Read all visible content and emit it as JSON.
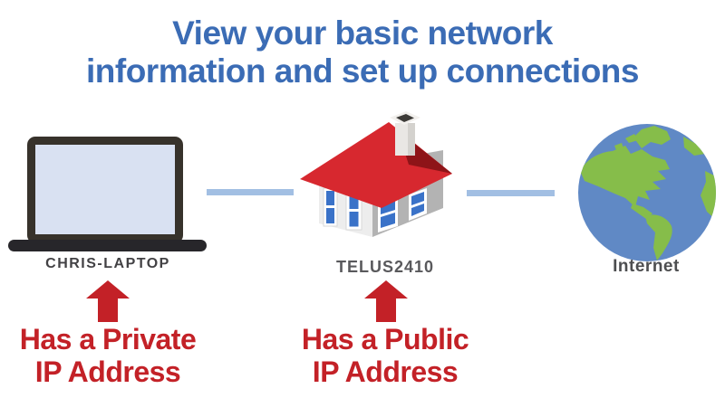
{
  "title": {
    "line1": "View your basic network",
    "line2": "information and set up connections"
  },
  "devices": {
    "laptop": {
      "label": "CHRIS-LAPTOP"
    },
    "router": {
      "label": "TELUS2410"
    },
    "internet": {
      "label": "Internet"
    }
  },
  "callouts": {
    "private": {
      "line1": "Has a Private",
      "line2": "IP Address"
    },
    "public": {
      "line1": "Has a Public",
      "line2": "IP Address"
    }
  },
  "colors": {
    "title_blue": "#3b6cb5",
    "callout_red": "#c32127",
    "connector_blue": "#a2bfe3",
    "roof_red": "#d7282f",
    "roof_shadow_red": "#8e1418",
    "globe_ocean_blue": "#6089c5",
    "globe_land_green": "#86bd4a",
    "laptop_frame": "#37322b",
    "laptop_screen": "#d9e1f2",
    "label_gray": "#4d4e50",
    "background": "#ffffff"
  }
}
